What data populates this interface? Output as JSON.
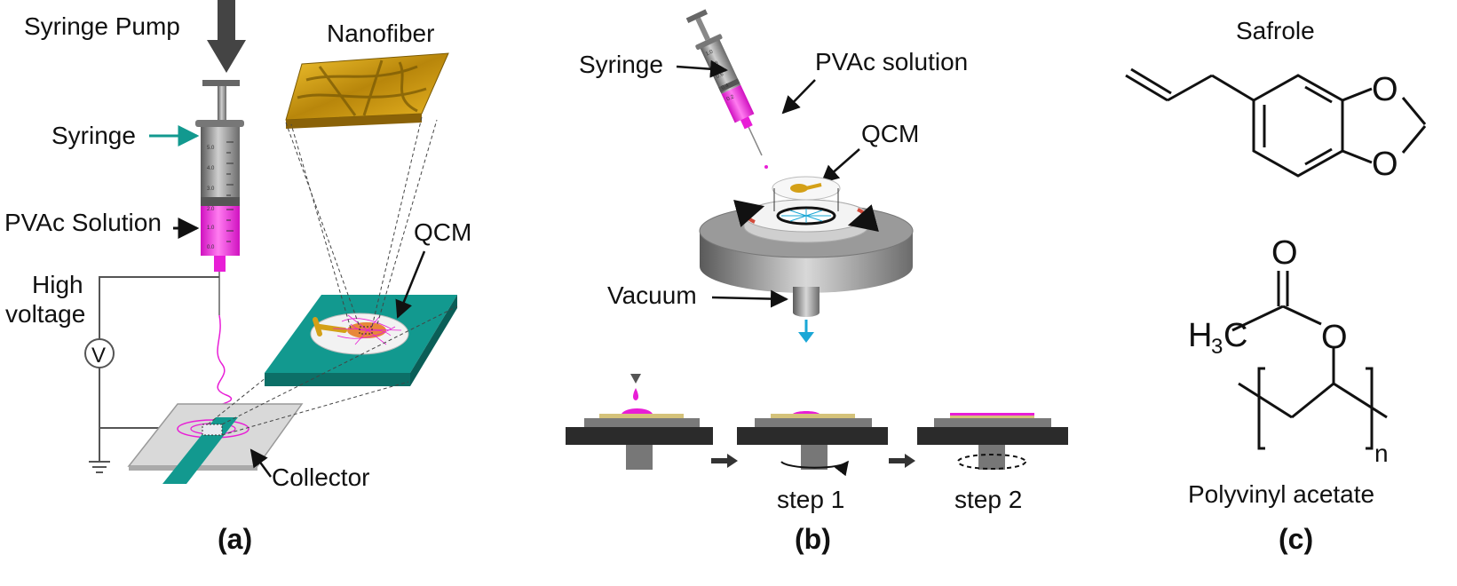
{
  "panel_a": {
    "label": "(a)",
    "syringe_pump": "Syringe Pump",
    "nanofiber": "Nanofiber",
    "syringe": "Syringe",
    "pvac_solution": "PVAc Solution",
    "qcm": "QCM",
    "high_voltage_line1": "High",
    "high_voltage_line2": "voltage",
    "voltmeter_symbol": "V",
    "collector": "Collector",
    "scale_ticks": [
      "5.0",
      "4.0",
      "3.0",
      "2.0",
      "1.0",
      "0.0"
    ]
  },
  "panel_b": {
    "label": "(b)",
    "syringe": "Syringe",
    "pvac_solution": "PVAc solution",
    "qcm": "QCM",
    "vacuum": "Vacuum",
    "step1": "step 1",
    "step2": "step 2",
    "scale_ticks": [
      "1.0",
      "0.8",
      "0.6",
      "0.4",
      "0.2"
    ]
  },
  "panel_c": {
    "label": "(c)",
    "safrole": "Safrole",
    "polyvinyl_acetate": "Polyvinyl acetate",
    "atom_o": "O",
    "atom_h": "H",
    "atom_h_sub": "3",
    "atom_c": "C",
    "repeat_n": "n"
  },
  "colors": {
    "magenta": "#e81ed6",
    "teal": "#12998f",
    "gold": "#d4a017",
    "cyan_arrow": "#1aa7d6",
    "dark": "#333333"
  }
}
